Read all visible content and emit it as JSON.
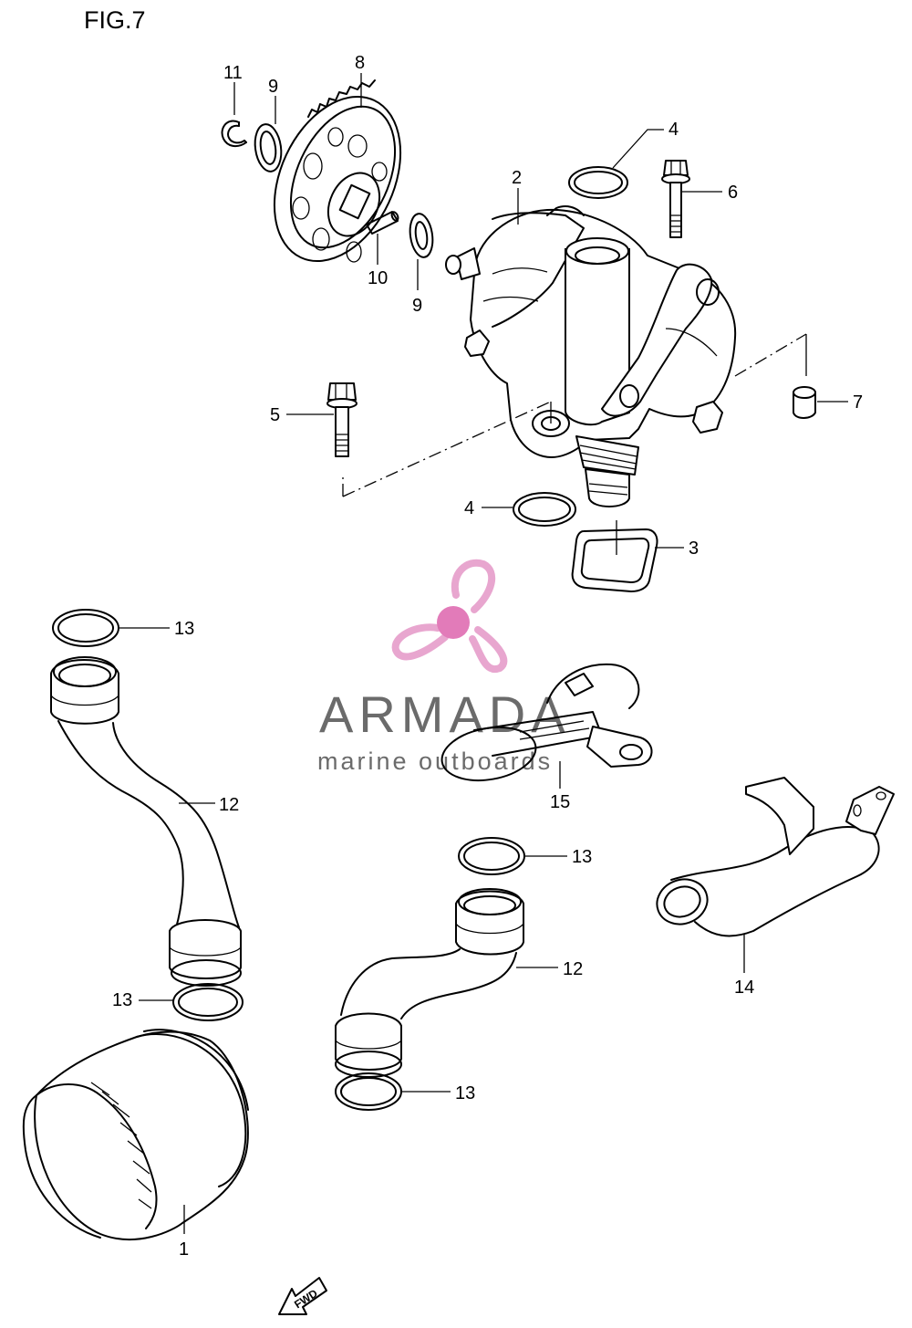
{
  "figure": {
    "title": "FIG.7"
  },
  "callouts": {
    "c1": "1",
    "c2": "2",
    "c3": "3",
    "c4a": "4",
    "c4b": "4",
    "c5": "5",
    "c6": "6",
    "c7": "7",
    "c8": "8",
    "c9a": "9",
    "c9b": "9",
    "c10": "10",
    "c11": "11",
    "c12a": "12",
    "c12b": "12",
    "c13a": "13",
    "c13b": "13",
    "c13c": "13",
    "c13d": "13",
    "c14": "14",
    "c15": "15"
  },
  "watermark": {
    "name": "ARMADA",
    "tagline": "marine outboards",
    "name_color": "#6b6b6b",
    "logo_color": "#e8a6cf",
    "logo_core_color": "#e27bb9"
  },
  "fwd_arrow": {
    "label": "FWD",
    "icon": "fwd-arrow-icon"
  }
}
